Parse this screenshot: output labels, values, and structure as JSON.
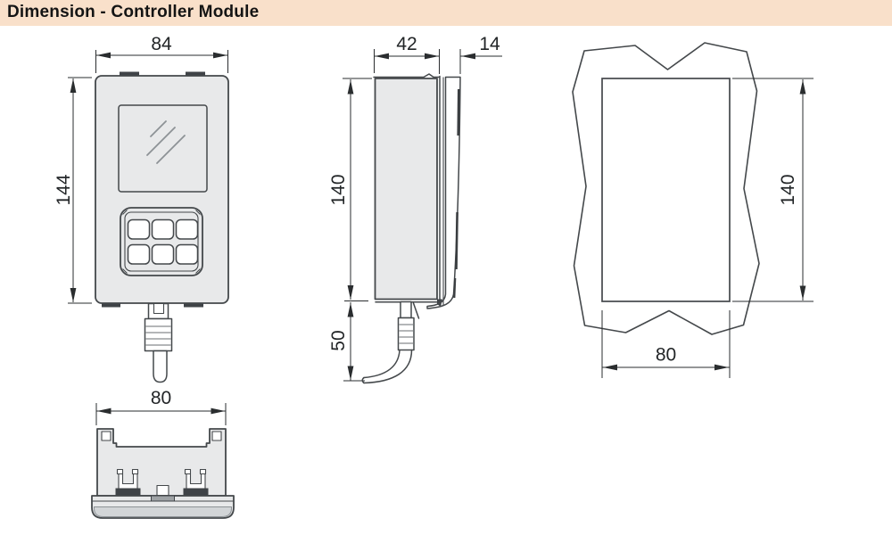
{
  "header": {
    "title": "Dimension - Controller Module"
  },
  "colors": {
    "header_bg": "#f9e0ca",
    "line": "#44484b",
    "dimension_text": "#222527",
    "body_fill": "#e8e9ea",
    "dark_fill": "#3f4347",
    "shade": "#d2d5d7"
  },
  "views": {
    "front": {
      "dim_width": "84",
      "dim_height": "144"
    },
    "bottom": {
      "dim_width": "80"
    },
    "side": {
      "dim_depth": "42",
      "dim_flange": "14",
      "dim_height": "140",
      "dim_cable": "50"
    },
    "cutout": {
      "dim_height": "140",
      "dim_width": "80"
    }
  }
}
